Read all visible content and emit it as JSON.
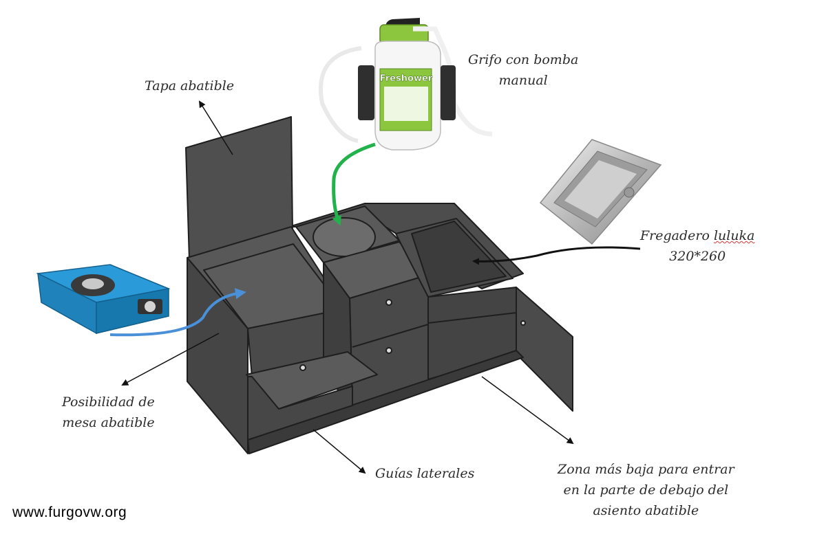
{
  "labels": {
    "tapa": "Tapa abatible",
    "grifo_1": "Grifo con bomba",
    "grifo_2": "manual",
    "fregadero_1a": "Fregadero",
    "fregadero_1b": "luluka",
    "fregadero_2": "320*260",
    "mesa_1": "Posibilidad de",
    "mesa_2": "mesa abatible",
    "guias": "Guías laterales",
    "zona_1": "Zona más baja para entrar",
    "zona_2": "en la parte de debajo del",
    "zona_3": "asiento abatible"
  },
  "product": {
    "brand": "Freshower"
  },
  "watermark": "www.furgovw.org",
  "colors": {
    "cabinet": "#4a4a4a",
    "cabinet_light": "#5f5f5f",
    "green_pipe": "#22b24c",
    "blue_arrow": "#4a90d9",
    "stove_blue": "#1f8fd0",
    "sprayer_green": "#8cc63f"
  },
  "icons": [
    "pump-sprayer-icon",
    "camping-stove-icon",
    "sink-icon"
  ]
}
